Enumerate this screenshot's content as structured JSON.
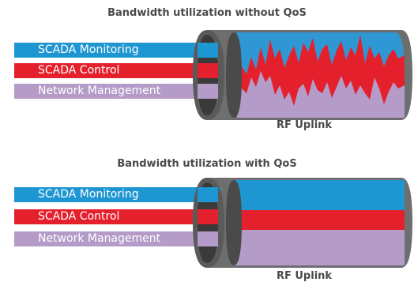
{
  "colors": {
    "monitoring": "#1e96d2",
    "control": "#e4202c",
    "management": "#b49bc8",
    "pipe_shell": "#6e6e6e",
    "pipe_edge": "#3a3a3a"
  },
  "panel_without_qos": {
    "title": "Bandwidth utilization without QoS",
    "uplink_label": "RF Uplink",
    "streams": [
      {
        "label": "SCADA Monitoring",
        "color_key": "monitoring"
      },
      {
        "label": "SCADA Control",
        "color_key": "control"
      },
      {
        "label": "Network Management",
        "color_key": "management"
      }
    ]
  },
  "panel_with_qos": {
    "title": "Bandwidth utilization with QoS",
    "uplink_label": "RF Uplink",
    "streams": [
      {
        "label": "SCADA Monitoring",
        "color_key": "monitoring"
      },
      {
        "label": "SCADA Control",
        "color_key": "control"
      },
      {
        "label": "Network Management",
        "color_key": "management"
      }
    ]
  }
}
